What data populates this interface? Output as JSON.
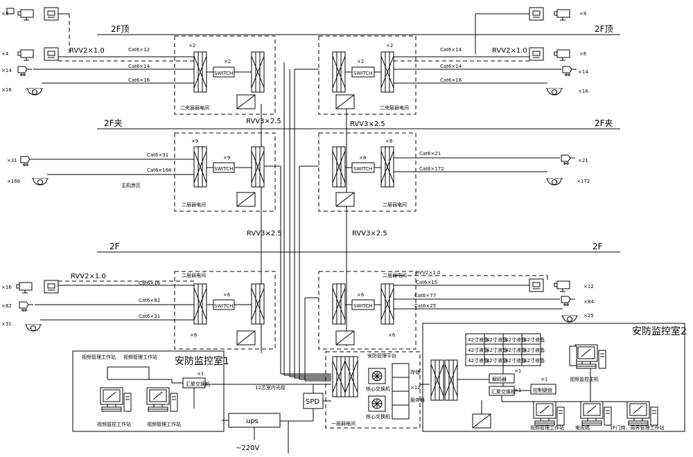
{
  "floors": {
    "f2_top": "2F顶",
    "f2_mid": "2F夹",
    "f2": "2F"
  },
  "cables": {
    "rvv_ctrl": "RVV2×1.0",
    "rvv_power": "RVV3×2.5",
    "c_l1_12": "Cat6×12",
    "c_l1_14": "Cat6×14",
    "c_l1_16": "Cat6×16",
    "c_r1_14a": "Cat6×14",
    "c_r1_14b": "Cat6×14",
    "c_r1_16": "Cat6×16",
    "c_l2_31": "Cat6×31",
    "c_l2_166": "Cat6×166",
    "c_r2_21": "Cat6×21",
    "c_r2_172": "Cat6×172",
    "c_l3_16": "Cat6×16",
    "c_l3_82": "Cat6×82",
    "c_l3_31": "Cat6×31",
    "c_r3_15": "Cat6×15",
    "c_r3_77": "Cat6×77",
    "c_r3_25": "Cat6×25",
    "trunk": "12芯室内光缆",
    "ac": "~220V"
  },
  "rooms": {
    "r1_left": "二夹层弱电间",
    "r1_right": "二夹层弱电间",
    "r2_left": "二层弱电间",
    "r2_right": "二层弱电间",
    "r3_left": "二层弱电间",
    "r3_right": "二层弱电间",
    "main_rack": "一层弱电间",
    "hall_note": "主机房区",
    "security1": "安防监控室1",
    "security2": "安防监控室2"
  },
  "counts": {
    "x2": "×2",
    "x9": "×9",
    "x8": "×8",
    "x6": "×6",
    "x1": "×1",
    "x12": "×12",
    "l1_8": "×8",
    "l1_4": "×4",
    "l1_14": "×14",
    "l1_16": "×16",
    "r1_8": "×8",
    "r1_6": "×6",
    "r1_14": "×14",
    "r1_16": "×16",
    "l2_31": "×31",
    "l2_166": "×166",
    "r2_21": "×21",
    "r2_172": "×172",
    "l3_16": "×16",
    "l3_82": "×82",
    "l3_31": "×31",
    "r3_12": "×12",
    "r3_84": "×84",
    "r3_25": "×25"
  },
  "equipment": {
    "switch": "SWITCH",
    "spd": "SPD",
    "ups": "ups",
    "core1": "核心交换机",
    "core2": "核心交换机",
    "storage": "存储",
    "srv": "服务器",
    "mgmt": "安防管理平台",
    "cam_mgr": "视频监控主机",
    "sec_ws1": "视频管理工作站",
    "sec_ws2": "视频管理工作站",
    "sw_s1": "汇聚交换机",
    "sw_s2": "汇聚交换机",
    "decoder": "解码器",
    "ctrl_kb": "控制键盘",
    "wall": "电视墙",
    "ws_a": "视频监控工作站",
    "ws_b": "视频管理工作站",
    "ws_c": "视频管理工作站",
    "ws_d": "1F门岗、周界管理工作站",
    "grid_cells": [
      "42寸液晶",
      "42寸液晶",
      "42寸液晶",
      "42寸液晶",
      "42寸液晶",
      "42寸液晶",
      "42寸液晶",
      "42寸液晶",
      "42寸液晶",
      "42寸液晶",
      "42寸液晶",
      "42寸液晶"
    ]
  }
}
